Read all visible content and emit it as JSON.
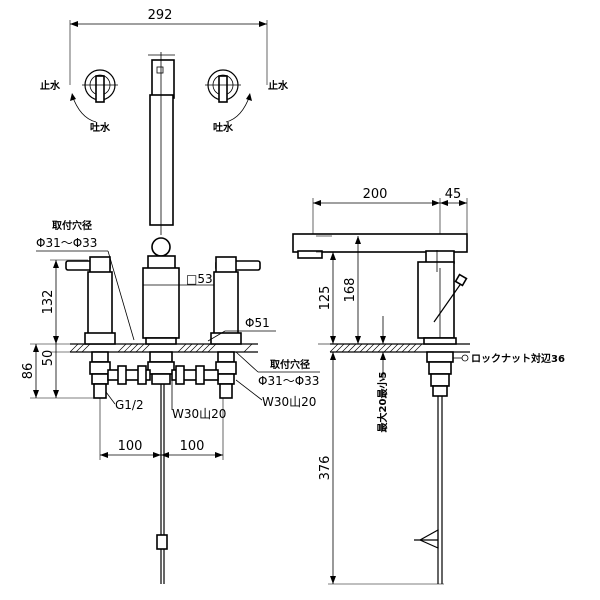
{
  "dimensions": {
    "top_width": "292",
    "side_width": "200",
    "side_offset": "45",
    "valve_height": "132",
    "deck_thickness": "50",
    "under_height": "86",
    "hole_spacing_left": "100",
    "hole_spacing_right": "100",
    "spout_height": "125",
    "total_height": "168",
    "hose_length": "376"
  },
  "labels": {
    "stop_water_left": "止水",
    "stop_water_right": "止水",
    "discharge_left": "吐水",
    "discharge_right": "吐水",
    "mount_hole_left_title": "取付穴径",
    "mount_hole_left_value": "Φ31～Φ33",
    "mount_hole_right_title": "取付穴径",
    "mount_hole_right_value": "Φ31～Φ33",
    "spout_base_diameter": "□53",
    "valve_base_diameter": "Φ51",
    "thread_g": "G1/2",
    "thread_w_left": "W30山20",
    "thread_w_right": "W30山20",
    "lock_nut": "ロックナット対辺36",
    "max_thickness": "最大20最小5"
  }
}
